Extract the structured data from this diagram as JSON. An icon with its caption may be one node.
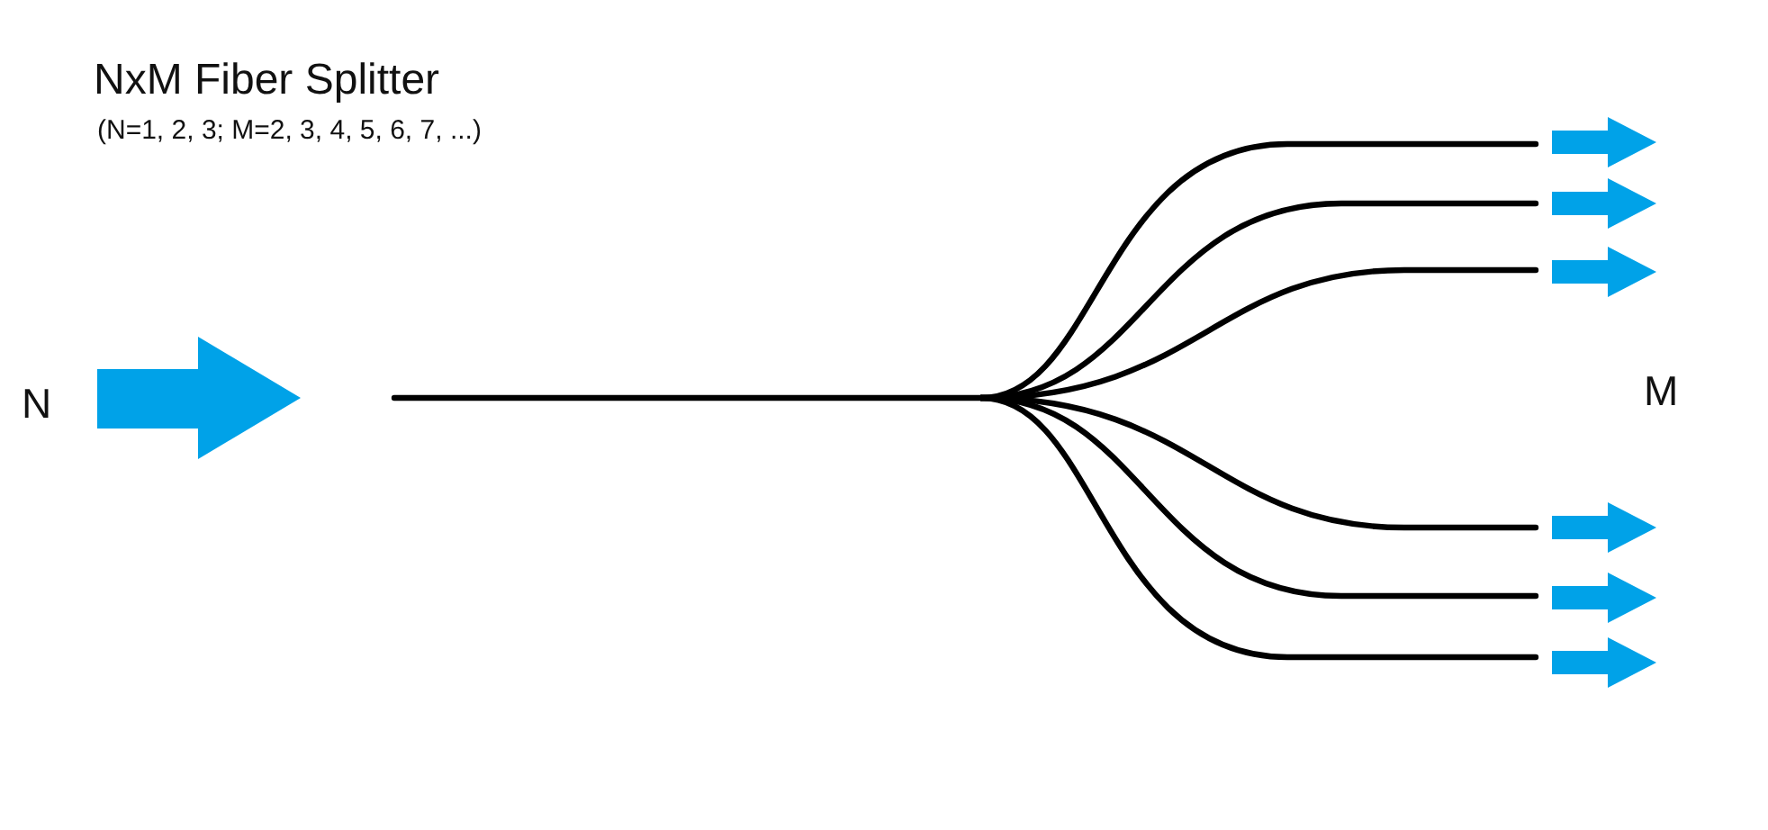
{
  "diagram": {
    "title": "NxM Fiber Splitter",
    "labels": [
      "(N=1, 2, 3; M=2, 3, 4, 5, 6, 7, ...)",
      "N",
      "M"
    ]
  }
}
